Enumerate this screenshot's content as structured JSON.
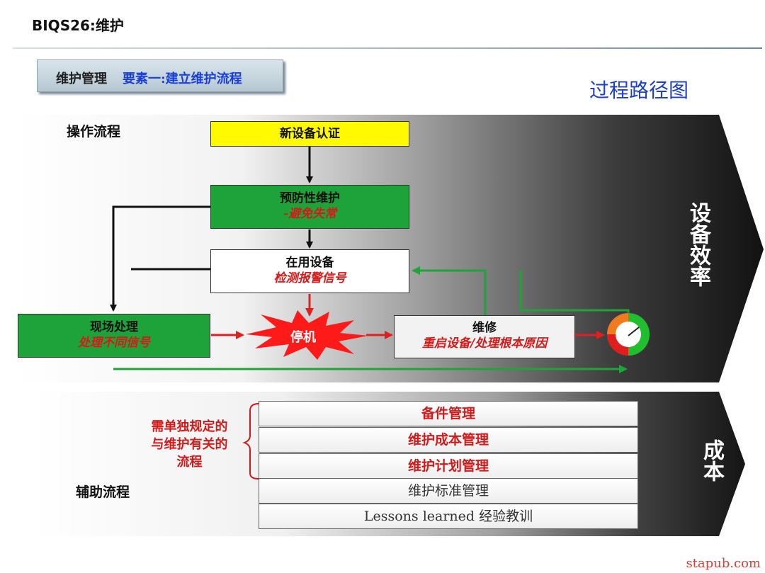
{
  "header": {
    "title": "BIQS26:维护"
  },
  "subtitle": {
    "part1": "维护管理",
    "part2": "要素一:建立维护流程"
  },
  "diagram_title": "过程路径图",
  "top_band": {
    "label": "操作流程",
    "arrow_label": "设备效率",
    "boxes": {
      "new_equipment": {
        "line1": "新设备认证"
      },
      "preventive": {
        "line1": "预防性维护",
        "line2": "-避免失常"
      },
      "in_use": {
        "line1": "在用设备",
        "line2": "检测报警信号"
      },
      "onsite": {
        "line1": "现场处理",
        "line2": "处理不同信号"
      },
      "shutdown": {
        "line1": "停机"
      },
      "repair": {
        "line1": "维修",
        "line2": "重启设备/处理根本原因"
      }
    },
    "colors": {
      "yellow": "#fffa00",
      "green": "#1ea33a",
      "red_text": "#d61a1a",
      "arrow_green": "#1fa33b",
      "arrow_red": "#e02020"
    }
  },
  "bottom_band": {
    "label": "辅助流程",
    "arrow_label": "成本",
    "bracket_note": [
      "需单独规定的",
      "与维护有关的",
      "流程"
    ],
    "rows": [
      {
        "text": "备件管理",
        "style": "red"
      },
      {
        "text": "维护成本管理",
        "style": "red"
      },
      {
        "text": "维护计划管理",
        "style": "red"
      },
      {
        "text": "维护标准管理",
        "style": "grey"
      },
      {
        "text": "Lessons learned 经验教训",
        "style": "grey"
      }
    ]
  },
  "watermark": "stapub.com"
}
